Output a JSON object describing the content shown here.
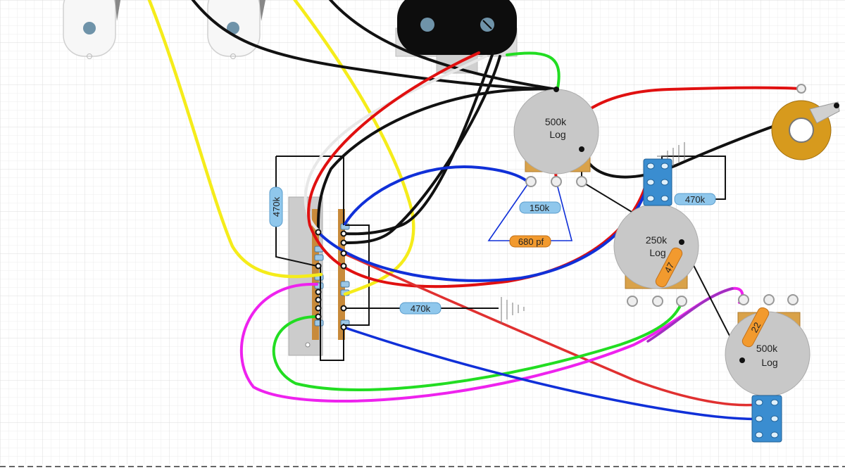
{
  "canvas": {
    "background": "#ffffff",
    "grid_color": "#e6e6e6",
    "grid_major_color": "#d8d8d8"
  },
  "colors": {
    "pot_body": "#c8c8c8",
    "pot_lug": "#d9a24a",
    "resistor": "#8fc7ec",
    "capacitor": "#f29a2e",
    "switch_blue": "#3a8dd0",
    "jack": "#d79a1d",
    "wire_black": "#111111",
    "wire_red": "#e01010",
    "wire_yellow": "#f5ec1a",
    "wire_green": "#22dd22",
    "wire_blue": "#1030d8",
    "wire_magenta": "#ee22ee",
    "wire_purple": "#a030c0"
  },
  "components": {
    "volume_pot": {
      "line1": "500k",
      "line2": "Log"
    },
    "tone_pot_1": {
      "line1": "250k",
      "line2": "Log"
    },
    "tone_pot_2": {
      "line1": "500k",
      "line2": "Log"
    },
    "resistor_switch": {
      "value": "470k"
    },
    "resistor_treble": {
      "value": "150k"
    },
    "capacitor_treble": {
      "value": "680 pf"
    },
    "resistor_ground": {
      "value": "470k"
    },
    "resistor_pushpull": {
      "value": "470k"
    },
    "cap_tone_1": {
      "value": "47"
    },
    "cap_tone_2": {
      "value": "22"
    }
  }
}
